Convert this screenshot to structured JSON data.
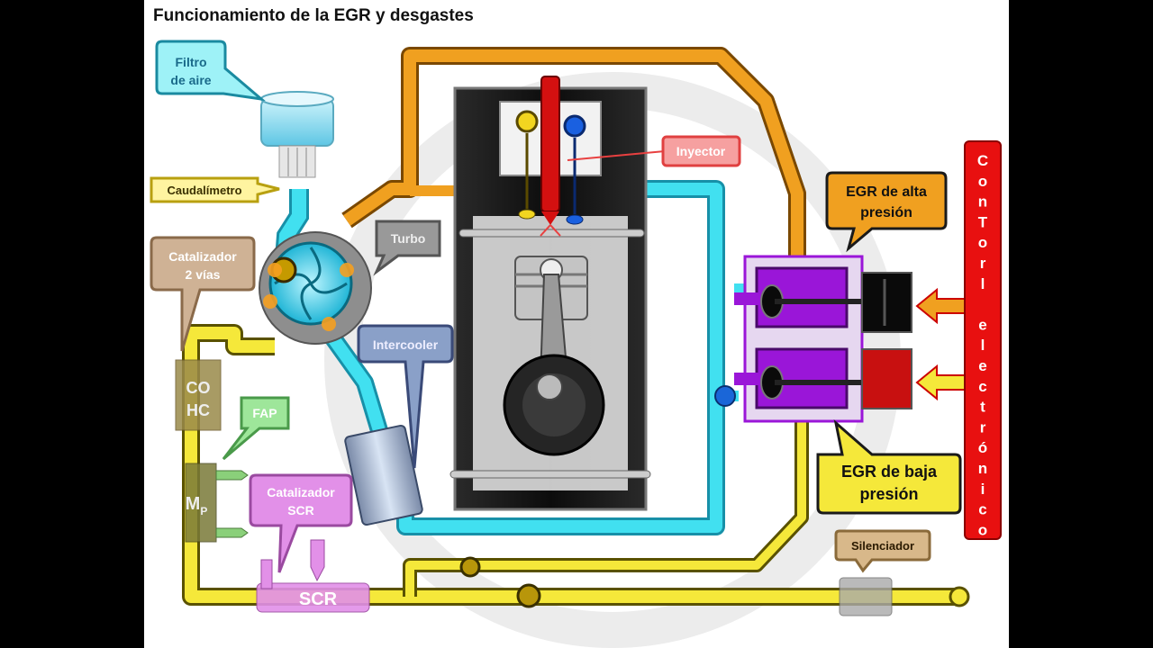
{
  "title": "Funcionamiento de la EGR y desgastes",
  "labels": {
    "filtro": [
      "Filtro",
      "de aire"
    ],
    "caudalimetro": "Caudalímetro",
    "turbo": "Turbo",
    "catalizador2": [
      "Catalizador",
      "2 vías"
    ],
    "coHc": [
      "CO",
      "HC"
    ],
    "fap": "FAP",
    "mp": "M",
    "mpSub": "P",
    "catScr": [
      "Catalizador",
      "SCR"
    ],
    "scr": "SCR",
    "intercooler": "Intercooler",
    "inyector": "Inyector",
    "egrAlta": [
      "EGR de alta",
      "presión"
    ],
    "egrBaja": [
      "EGR de baja",
      "presión"
    ],
    "silenciador": "Silenciador",
    "control": [
      "C",
      "o",
      "n",
      "T",
      "o",
      "r",
      "l",
      "",
      "e",
      "l",
      "e",
      "c",
      "t",
      "r",
      "ó",
      "n",
      "i",
      "c",
      "o"
    ]
  },
  "colors": {
    "exhaust": "#f5e83a",
    "egrHigh": "#f0a020",
    "intake": "#41e0f0",
    "egrValve": "#9a16d8",
    "control": "#e81010",
    "block": "#151515"
  },
  "icons": [
    "air-filter-icon",
    "turbo-icon",
    "piston-icon",
    "injector-icon",
    "arrow-left-icon"
  ]
}
